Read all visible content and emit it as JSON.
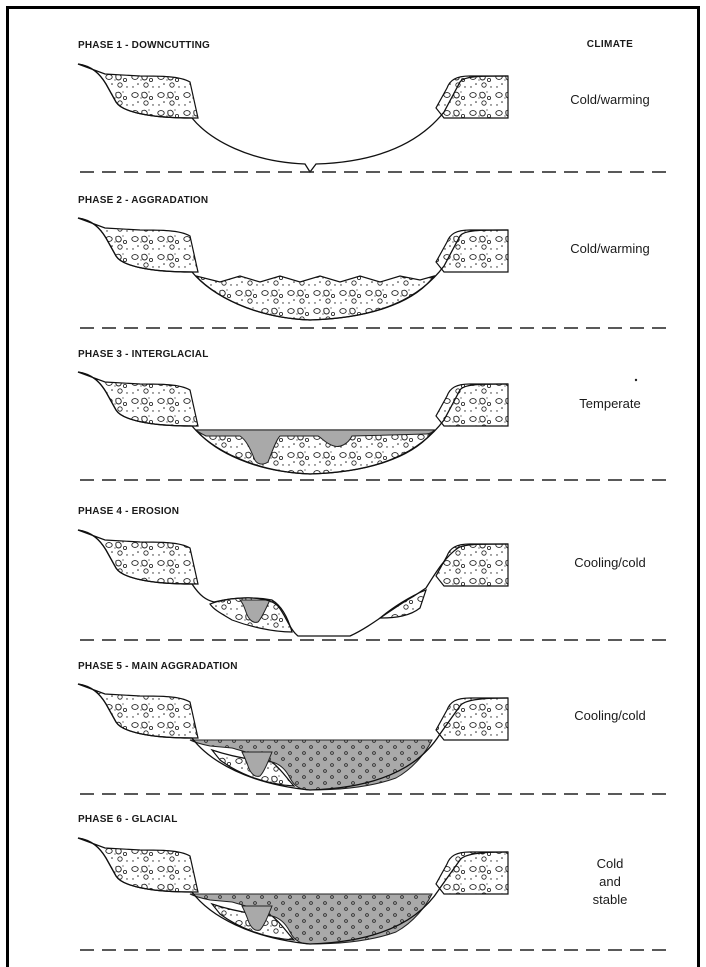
{
  "figure": {
    "climate_header": "CLIMATE",
    "phases": [
      {
        "title": "PHASE 1 - DOWNCUTTING",
        "climate": [
          "Cold/warming"
        ]
      },
      {
        "title": "PHASE 2 - AGGRADATION",
        "climate": [
          "Cold/warming"
        ]
      },
      {
        "title": "PHASE 3 - INTERGLACIAL",
        "climate": [
          "Temperate"
        ]
      },
      {
        "title": "PHASE 4 - EROSION",
        "climate": [
          "Cooling/cold"
        ]
      },
      {
        "title": "PHASE 5 - MAIN AGGRADATION",
        "climate": [
          "Cooling/cold"
        ]
      },
      {
        "title": "PHASE 6 - GLACIAL",
        "climate": [
          "Cold",
          "and",
          "stable"
        ]
      }
    ]
  },
  "colors": {
    "ink": "#111111",
    "grey_fill": "#a9a9a9",
    "background": "#ffffff"
  }
}
